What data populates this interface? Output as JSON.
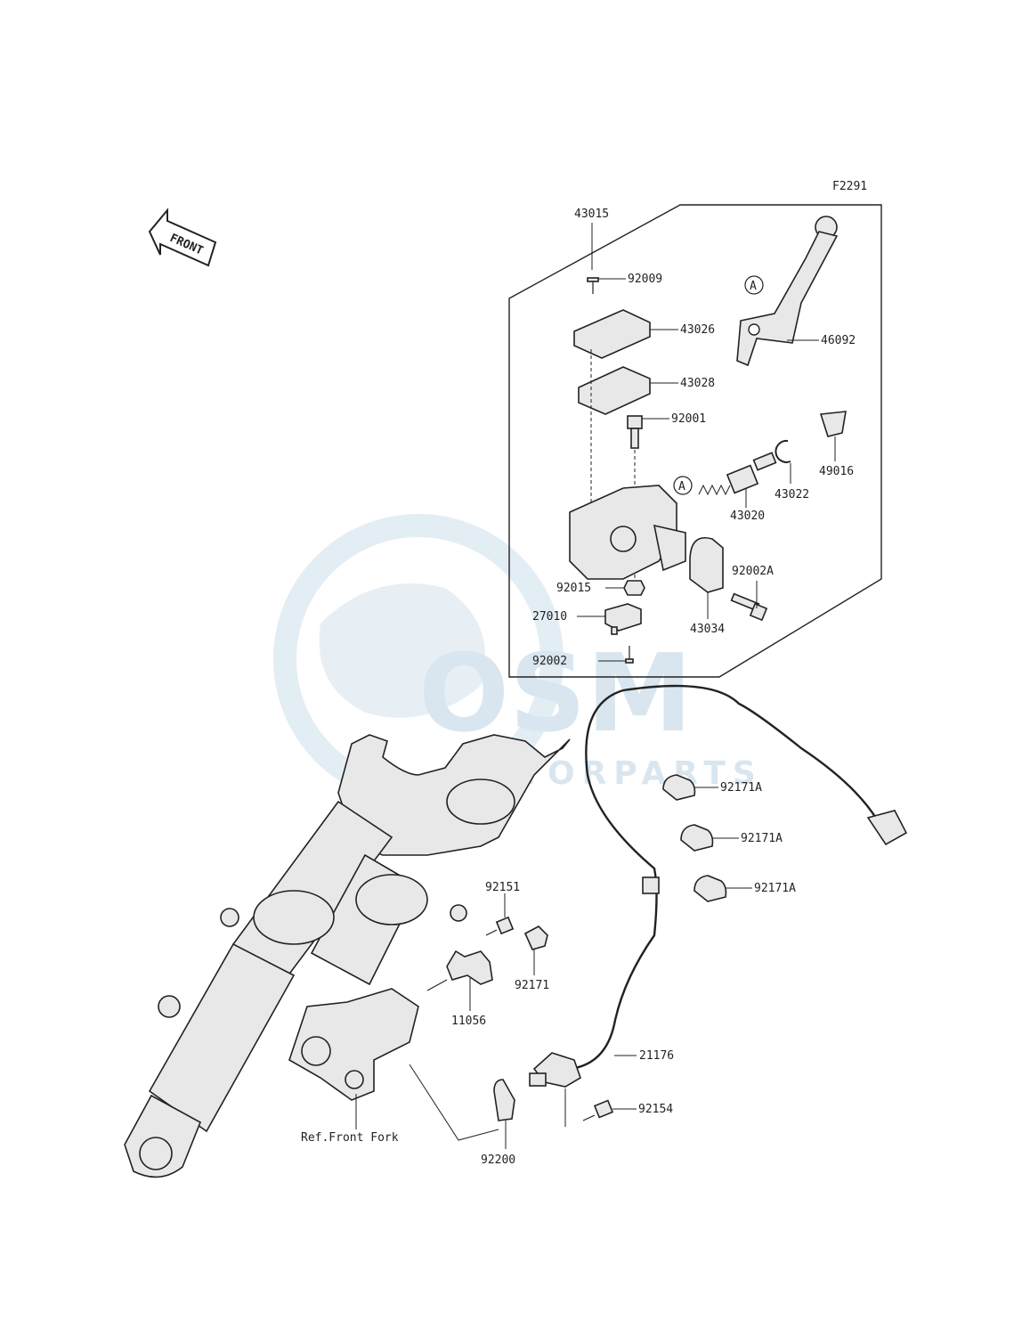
{
  "figure_code": "F2291",
  "front_badge": "FRONT",
  "watermark": {
    "brand": "OSM",
    "sub": "MOTORPARTS"
  },
  "parts": {
    "p43015": "43015",
    "p92009": "92009",
    "p43026": "43026",
    "p43028": "43028",
    "p46092": "46092",
    "p92001": "92001",
    "p49016": "49016",
    "p43022": "43022",
    "p43020": "43020",
    "p92002A": "92002A",
    "p92015": "92015",
    "p27010": "27010",
    "p43034": "43034",
    "p92002": "92002",
    "p92171A_1": "92171A",
    "p92171A_2": "92171A",
    "p92171A_3": "92171A",
    "p92151": "92151",
    "p92171": "92171",
    "p11056": "11056",
    "p21176": "21176",
    "p92154": "92154",
    "p92200": "92200",
    "ref_front_fork": "Ref.Front Fork"
  },
  "callouts": {
    "a1": "A",
    "a2": "A"
  },
  "colors": {
    "line": "#222222",
    "fill": "#e8e8e8",
    "watermark": "#d9e6ef"
  }
}
